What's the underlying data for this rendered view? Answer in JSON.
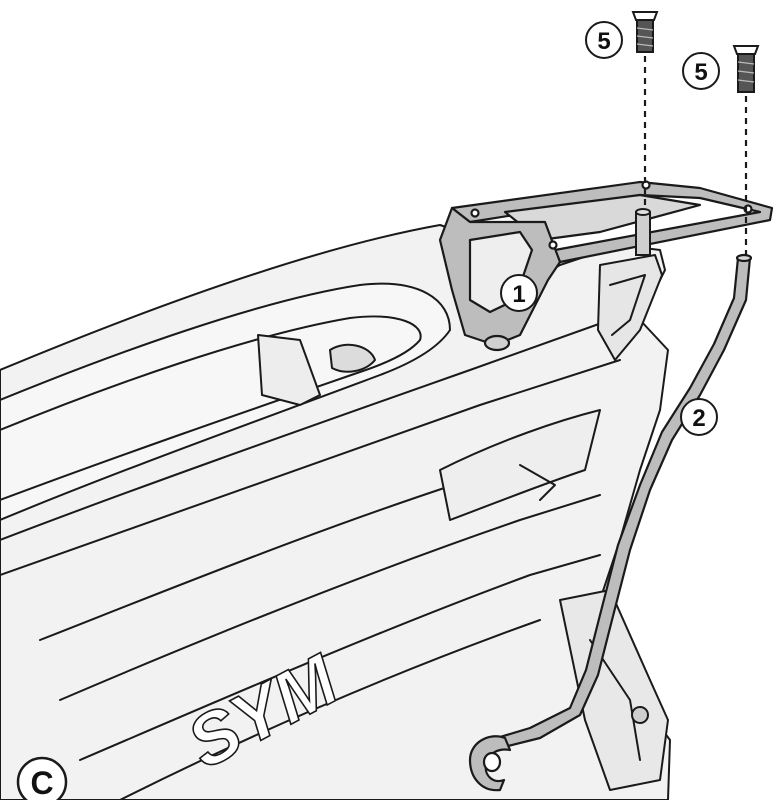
{
  "callouts": {
    "bracket": "1",
    "side_arm": "2",
    "screw_left": "5",
    "screw_right": "5"
  },
  "view_label": "C",
  "logo_text": "SYM",
  "colors": {
    "line": "#1a1a1a",
    "body_fill": "#f2f2f2",
    "part_fill": "#bdbdbd",
    "background": "#ffffff"
  }
}
